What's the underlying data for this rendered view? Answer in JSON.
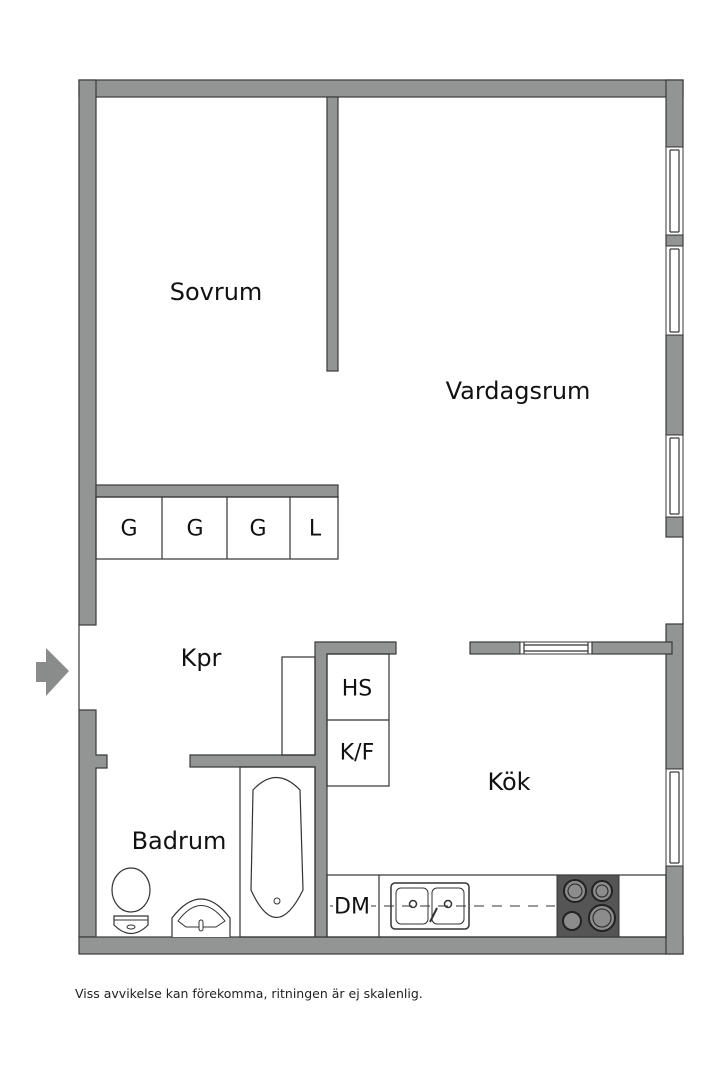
{
  "floorplan": {
    "rooms": [
      {
        "id": "sovrum",
        "label": "Sovrum"
      },
      {
        "id": "vardagsrum",
        "label": "Vardagsrum"
      },
      {
        "id": "kpr",
        "label": "Kpr"
      },
      {
        "id": "kok",
        "label": "Kök"
      },
      {
        "id": "badrum",
        "label": "Badrum"
      }
    ],
    "closets": [
      {
        "label": "G"
      },
      {
        "label": "G"
      },
      {
        "label": "G"
      },
      {
        "label": "L"
      }
    ],
    "fixtures": {
      "hs": "HS",
      "kf": "K/F",
      "dm": "DM"
    },
    "entrance_icon": "entrance-arrow-icon",
    "colors": {
      "wall": "#939595",
      "wall_outline": "#3a3a3a",
      "stove": "#555555",
      "burner": "#8c8c8c"
    }
  },
  "footer": {
    "disclaimer": "Viss avvikelse kan förekomma, ritningen är ej skalenlig."
  }
}
